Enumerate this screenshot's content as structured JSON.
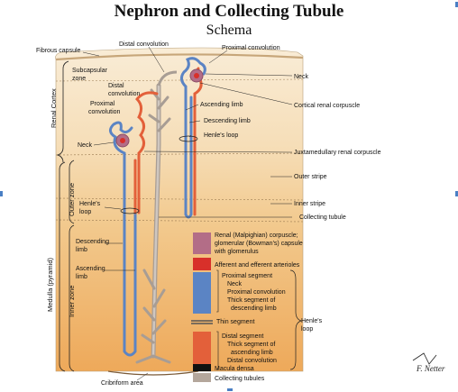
{
  "title": "Nephron and Collecting Tubule",
  "subtitle": "Schema",
  "labels": {
    "fibrous_capsule": "Fibrous capsule",
    "distal_convolution_top": "Distal convolution",
    "proximal_convolution_top": "Proximal convolution",
    "neck_right": "Neck",
    "subcapsular_1": "Subcapsular",
    "subcapsular_2": "zone",
    "distal_conv_left_1": "Distal",
    "distal_conv_left_2": "convolution",
    "proximal_conv_left_1": "Proximal",
    "proximal_conv_left_2": "convolution",
    "ascending_limb": "Ascending limb",
    "descending_limb": "Descending limb",
    "henles_loop_upper": "Henle's loop",
    "cortical_renal_corpuscle": "Cortical renal corpuscle",
    "neck_left": "Neck",
    "juxtamedullary": "Juxtamedullary renal corpuscle",
    "outer_stripe": "Outer stripe",
    "inner_stripe": "Inner stripe",
    "collecting_tubule": "Collecting tubule",
    "henles_loop_left_1": "Henle's",
    "henles_loop_left_2": "loop",
    "descending_limb_left_1": "Descending",
    "descending_limb_left_2": "limb",
    "ascending_limb_left_1": "Ascending",
    "ascending_limb_left_2": "limb",
    "cribriform_area": "Cribriform area",
    "renal_cortex": "Renal Cortex",
    "outer_zone": "Outer zone",
    "medulla": "Medulla (pyramid)",
    "inner_zone": "Inner zone",
    "signature": "F. Netter"
  },
  "legend": {
    "renal_corpuscle_1": "Renal (Malpighian) corpuscle;",
    "renal_corpuscle_2": "glomerular (Bowman's) capsule",
    "renal_corpuscle_3": "with glomerulus",
    "arterioles": "Afferent and efferent arterioles",
    "proximal_segment": "Proximal segment",
    "prox_neck": "Neck",
    "prox_convolution": "Proximal convolution",
    "prox_thick_1": "Thick segment of",
    "prox_thick_2": "descending limb",
    "thin_segment": "Thin segment",
    "henles_loop_1": "Henle's",
    "henles_loop_2": "loop",
    "distal_segment": "Distal segment",
    "dist_thick_1": "Thick segment of",
    "dist_thick_2": "ascending limb",
    "dist_convolution": "Distal convolution",
    "macula_densa": "Macula densa",
    "collecting_tubules": "Collecting tubules"
  },
  "colors": {
    "cortex_bg": "#f6e3c0",
    "outer_stripe_bg": "#f3d199",
    "inner_medulla_bg": "#f0b870",
    "renal_corpuscle": "#b36d87",
    "arterioles": "#d8302a",
    "proximal": "#5b84c4",
    "distal": "#e3603a",
    "macula_densa": "#111111",
    "collecting": "#b4a79c"
  }
}
